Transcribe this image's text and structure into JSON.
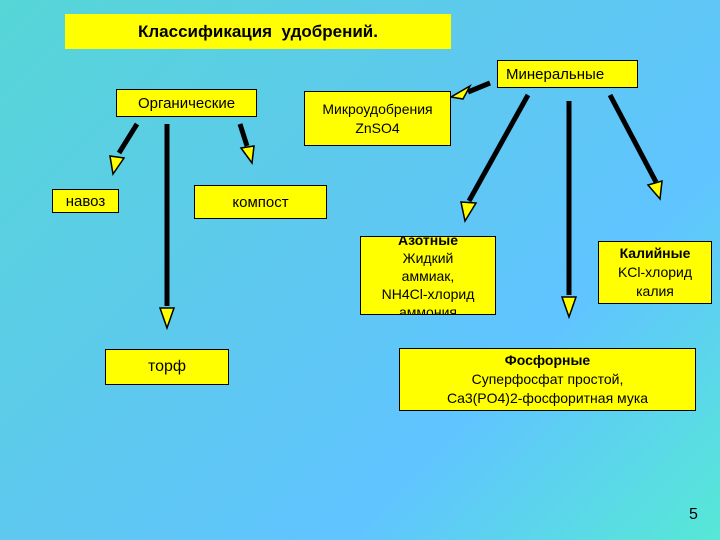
{
  "title": "Классификация  удобрений.",
  "organic": {
    "label": "Органические",
    "children": {
      "navoz": "навоз",
      "kompost": "компост",
      "torf": "торф"
    }
  },
  "mineral": {
    "label": "Минеральные",
    "micro": {
      "line1": "Микроудобрения",
      "line2": "ZnSO4"
    },
    "azot": {
      "heading": "Азотные",
      "line1": "Жидкий",
      "line2": "аммиак,",
      "line3": "NH4Cl-хлорид",
      "line4": "аммония"
    },
    "kali": {
      "heading": "Калийные",
      "line1": "KCl-хлорид",
      "line2": "калия"
    },
    "fosf": {
      "heading": "Фосфорные",
      "line1": "Суперфосфат простой,",
      "line2": "Ca3(PO4)2-фосфоритная мука"
    }
  },
  "page_number": "5"
}
